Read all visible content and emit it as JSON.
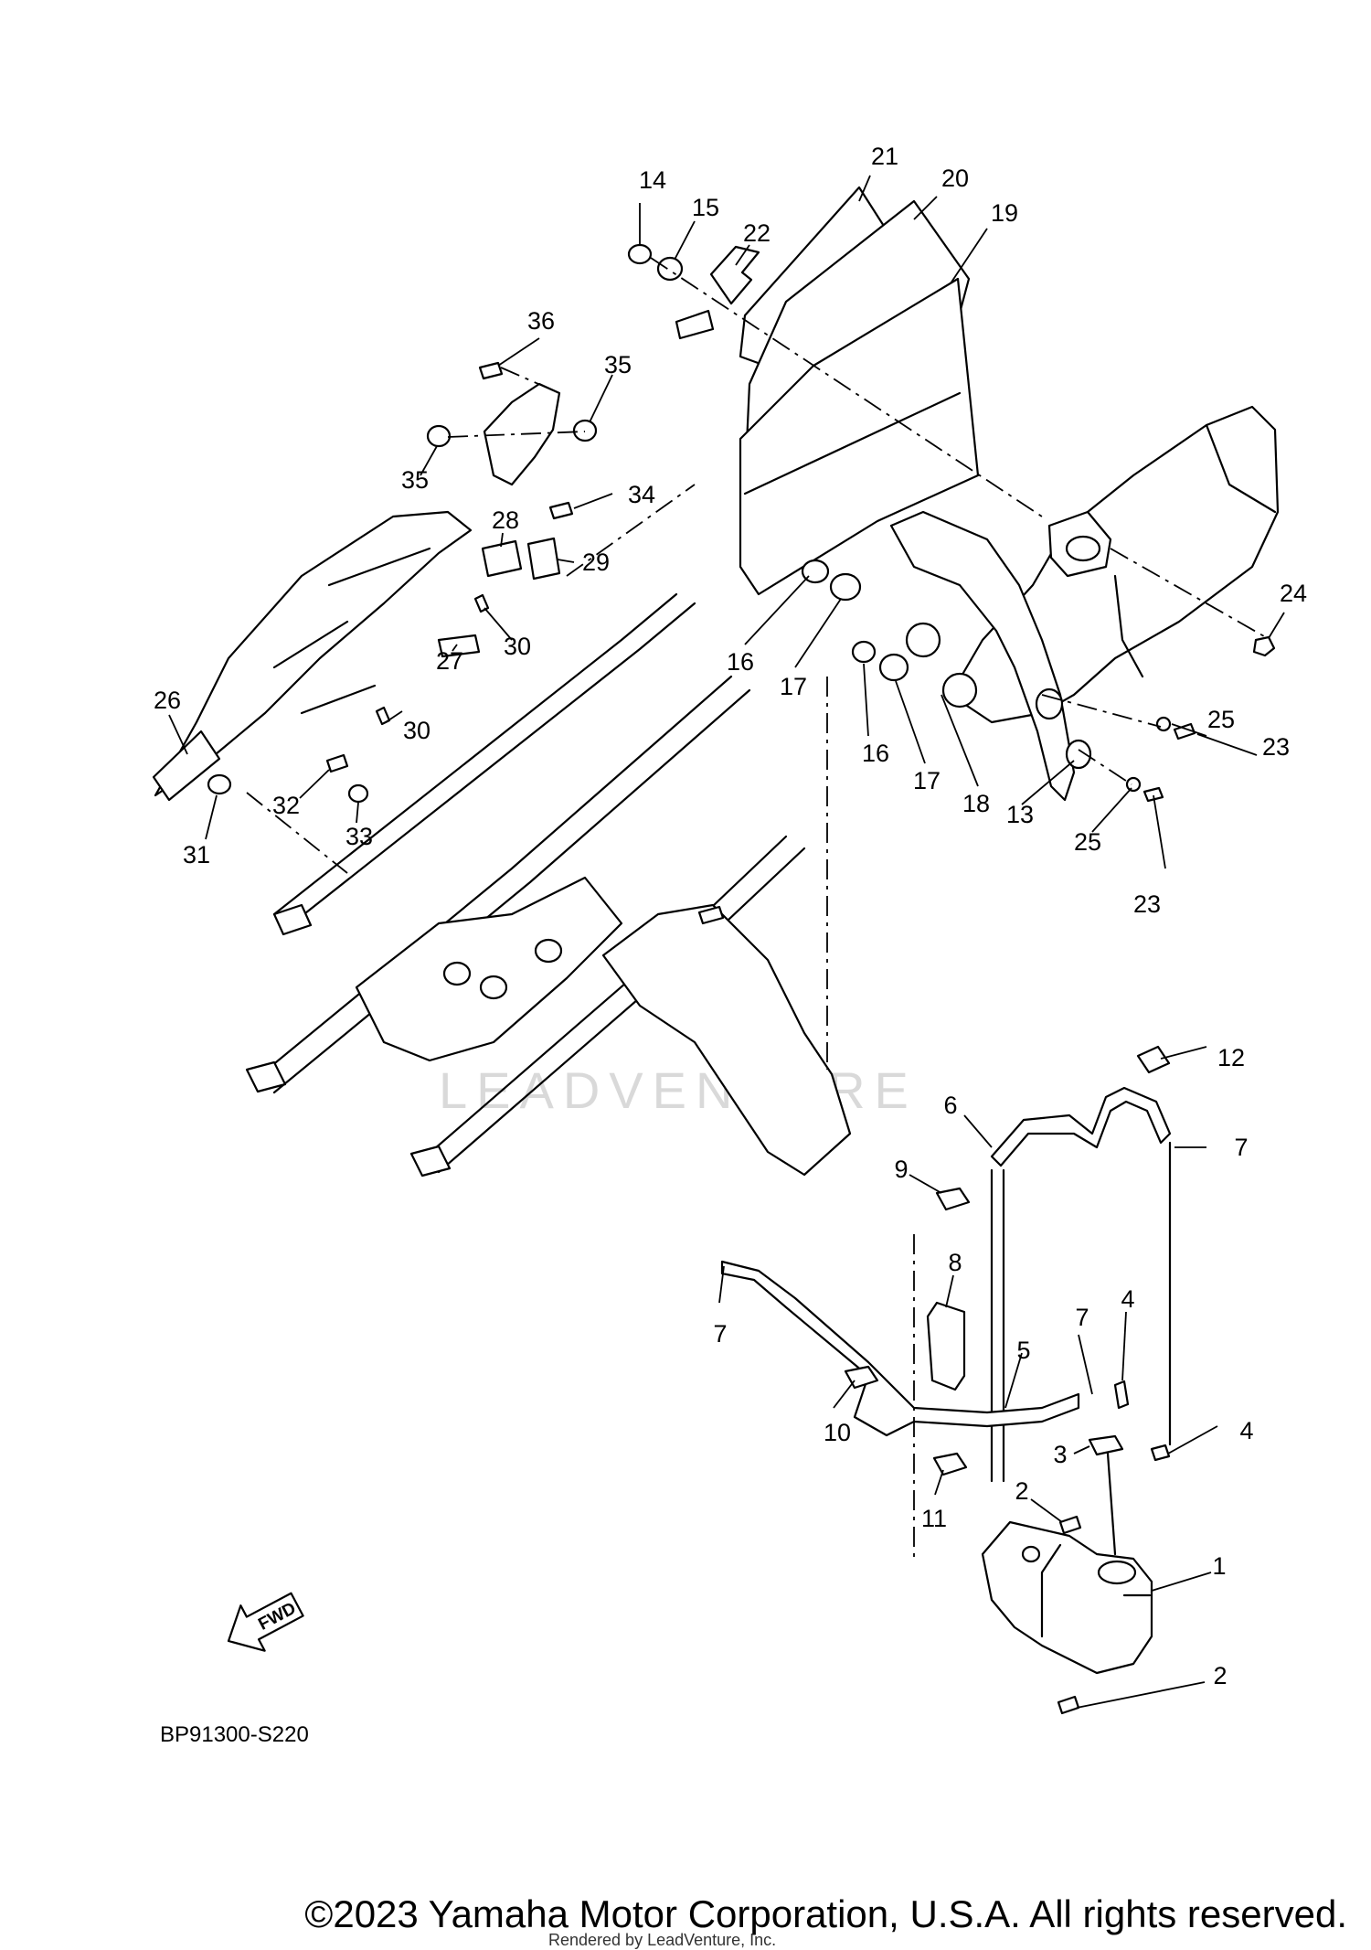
{
  "diagram": {
    "code": "BP91300-S220",
    "fwd_label": "FWD",
    "watermark": "LEADVENTURE",
    "copyright": "©2023 Yamaha Motor Corporation, U.S.A. All rights reserved.",
    "rendered_by": "Rendered by LeadVenture, Inc."
  },
  "callouts": {
    "c1": "1",
    "c2a": "2",
    "c2b": "2",
    "c3": "3",
    "c4a": "4",
    "c4b": "4",
    "c5": "5",
    "c6": "6",
    "c7a": "7",
    "c7b": "7",
    "c7c": "7",
    "c8": "8",
    "c9": "9",
    "c10": "10",
    "c11": "11",
    "c12": "12",
    "c13": "13",
    "c14": "14",
    "c15": "15",
    "c16a": "16",
    "c16b": "16",
    "c17a": "17",
    "c17b": "17",
    "c18": "18",
    "c19": "19",
    "c20": "20",
    "c21": "21",
    "c22": "22",
    "c23a": "23",
    "c23b": "23",
    "c24": "24",
    "c25a": "25",
    "c25b": "25",
    "c26": "26",
    "c27": "27",
    "c28": "28",
    "c29": "29",
    "c30a": "30",
    "c30b": "30",
    "c31": "31",
    "c32": "32",
    "c33": "33",
    "c34": "34",
    "c35a": "35",
    "c35b": "35",
    "c36": "36"
  }
}
